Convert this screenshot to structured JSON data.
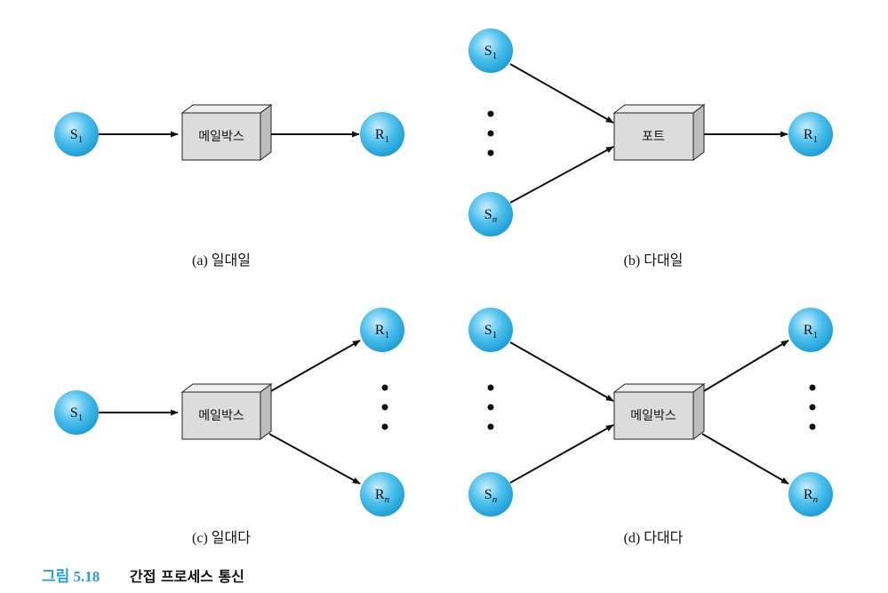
{
  "panels": {
    "a": {
      "caption": "(a) 일대일",
      "senders": [
        {
          "base": "S",
          "sub": "1"
        }
      ],
      "receivers": [
        {
          "base": "R",
          "sub": "1"
        }
      ],
      "box_label": "메일박스"
    },
    "b": {
      "caption": "(b) 다대일",
      "senders": [
        {
          "base": "S",
          "sub": "1"
        },
        {
          "base": "S",
          "sub": "n"
        }
      ],
      "receivers": [
        {
          "base": "R",
          "sub": "1"
        }
      ],
      "box_label": "포트"
    },
    "c": {
      "caption": "(c) 일대다",
      "senders": [
        {
          "base": "S",
          "sub": "1"
        }
      ],
      "receivers": [
        {
          "base": "R",
          "sub": "1"
        },
        {
          "base": "R",
          "sub": "n"
        }
      ],
      "box_label": "메일박스"
    },
    "d": {
      "caption": "(d) 다대다",
      "senders": [
        {
          "base": "S",
          "sub": "1"
        },
        {
          "base": "S",
          "sub": "n"
        }
      ],
      "receivers": [
        {
          "base": "R",
          "sub": "1"
        },
        {
          "base": "R",
          "sub": "n"
        }
      ],
      "box_label": "메일박스"
    }
  },
  "figure": {
    "number": "그림 5.18",
    "title": "간접 프로세스 통신"
  },
  "colors": {
    "node_fill": "#3fb6e6",
    "node_highlight": "#bfe9fb",
    "box_front": "#dcdcdc",
    "box_top": "#eeeeee",
    "box_side": "#bdbdbd",
    "caption_accent": "#2a9fd0"
  }
}
